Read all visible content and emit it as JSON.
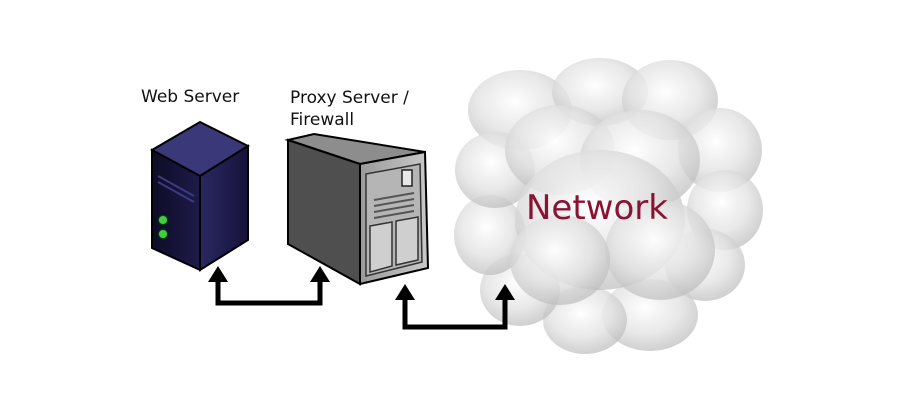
{
  "web_server": {
    "label": "Web Server"
  },
  "proxy_server": {
    "label_line1": "Proxy Server /",
    "label_line2": "Firewall"
  },
  "network": {
    "label": "Network"
  },
  "colors": {
    "web_server_body": "#1e1c44",
    "proxy_body": "#6e6e6e",
    "network_text": "#8a1233",
    "arrow": "#000000",
    "led": "#3ecf3e"
  },
  "icons": [
    "server-tower-icon",
    "proxy-tower-icon",
    "cloud-icon"
  ]
}
